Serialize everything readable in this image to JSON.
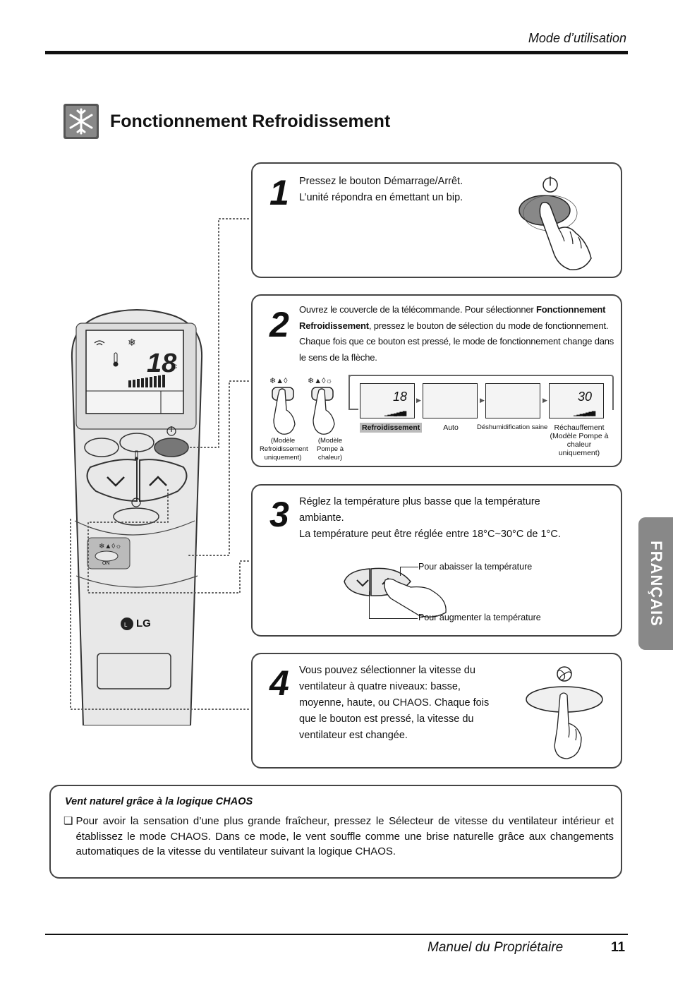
{
  "header": {
    "section_title": "Mode d’utilisation"
  },
  "section": {
    "title": "Fonctionnement Refroidissement",
    "icon": "snowflake-icon"
  },
  "steps": [
    {
      "number": "1",
      "lines": [
        "Pressez le bouton Démarrage/Arrêt.",
        "L’unité répondra en émettant un bip."
      ]
    },
    {
      "number": "2",
      "text_part1": "Ouvrez le couvercle de la télécommande. Pour sélectionner ",
      "text_bold": "Fonctionnement Refroidissement",
      "text_part2": ", pressez le bouton de sélection du mode de fonctionnement. Chaque fois que ce bouton est pressé, le mode de fonctionnement change dans le sens de la flèche.",
      "model_cool": "(Modèle Refroidissement uniquement)",
      "model_heat": "(Modèle Pompe à chaleur)",
      "modes": [
        "Refroidissement",
        "Auto",
        "Déshumidification saine",
        "Réchauffement (Modèle Pompe à chaleur uniquement)"
      ],
      "lcd_cool_temp": "18",
      "lcd_heat_temp": "30"
    },
    {
      "number": "3",
      "lines": [
        "Réglez la température plus basse que la température",
        "ambiante.",
        "La température peut être réglée entre 18°C~30°C de 1°C."
      ],
      "label_lower": "Pour abaisser la température",
      "label_raise": "Pour augmenter la température"
    },
    {
      "number": "4",
      "lines": [
        "Vous pouvez sélectionner la vitesse du",
        "ventilateur à quatre niveaux: basse,",
        "moyenne, haute, ou CHAOS. Chaque fois",
        "que le bouton est pressé, la vitesse du",
        "ventilateur est changée."
      ]
    }
  ],
  "remote": {
    "lcd_temp": "18",
    "unit": "°C",
    "on_label": "ON",
    "brand": "LG",
    "temp_unit_small": "°c"
  },
  "language_tab": "FRANÇAIS",
  "note": {
    "title": "Vent naturel grâce à la logique CHAOS",
    "bullet": "❏",
    "body": "Pour avoir la sensation d’une plus grande fraîcheur, pressez le Sélecteur de vitesse du ventilateur intérieur et établissez le mode CHAOS. Dans ce mode, le vent souffle comme une brise naturelle grâce aux changements automatiques de la vitesse du ventilateur suivant la logique CHAOS."
  },
  "footer": {
    "manual": "Manuel du Propriétaire",
    "page": "11"
  }
}
